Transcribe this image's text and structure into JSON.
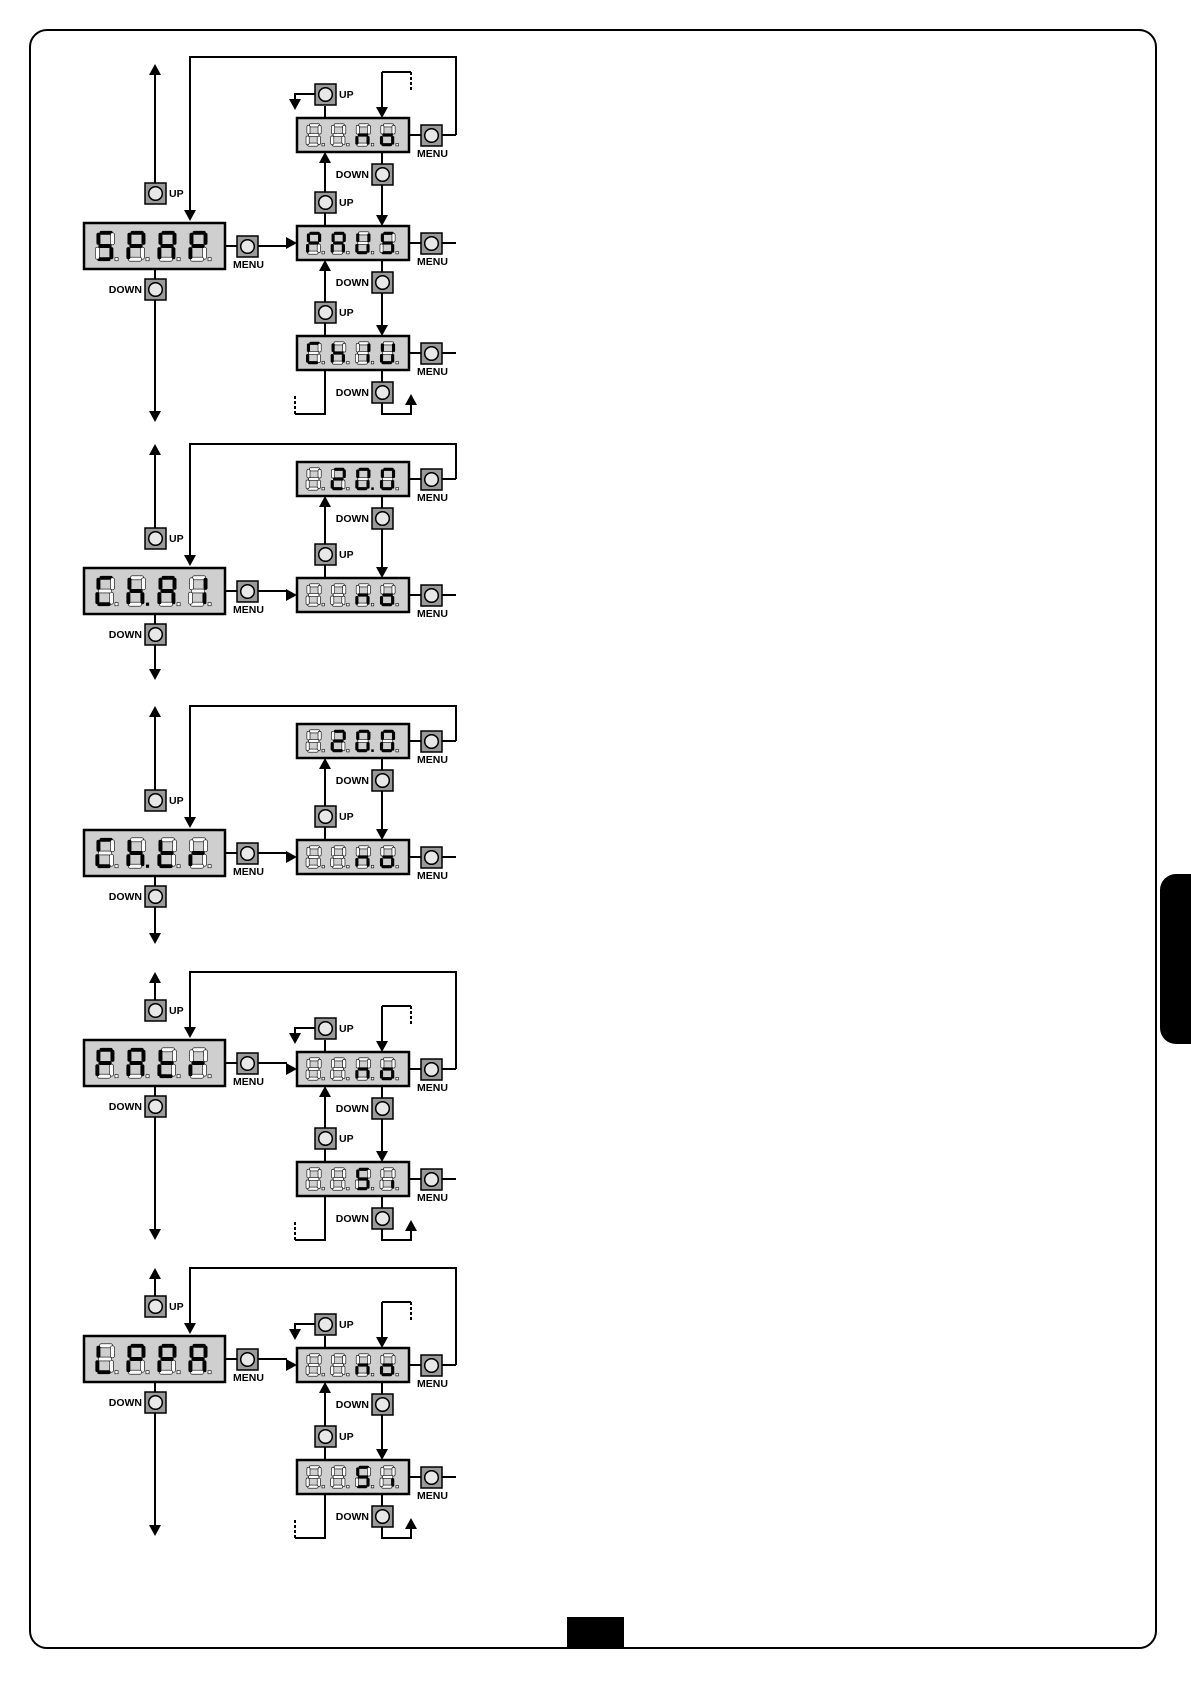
{
  "labels": {
    "up": "UP",
    "down": "DOWN",
    "menu": "MENU"
  },
  "sections": [
    {
      "id": "spap",
      "main_display": "SPAP",
      "options": [
        "no",
        "PAUS",
        "ChIU"
      ],
      "cyclic": true
    },
    {
      "id": "chai",
      "main_display": "Ch.AI",
      "options": [
        "20.0",
        "no"
      ],
      "cyclic": false
    },
    {
      "id": "chtr",
      "main_display": "Ch.tr",
      "options": [
        "20.0",
        "no"
      ],
      "cyclic": false
    },
    {
      "id": "patr",
      "main_display": "PAtr",
      "options": [
        "no",
        "Si"
      ],
      "cyclic": true
    },
    {
      "id": "lppa",
      "main_display": "LPPA",
      "options": [
        "no",
        "Si"
      ],
      "cyclic": true
    }
  ]
}
